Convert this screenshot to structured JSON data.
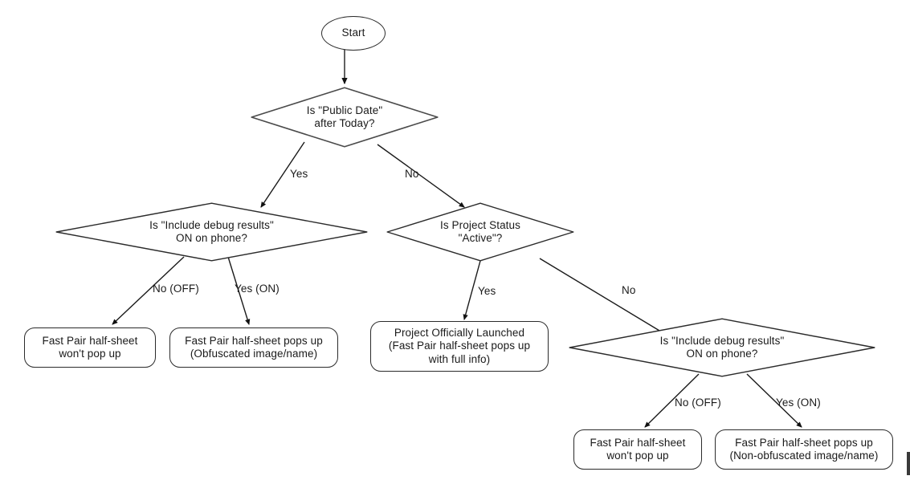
{
  "diagram": {
    "type": "flowchart",
    "title": "Fast Pair half-sheet behavior decision flow",
    "stroke_color": "#2b2b2b",
    "text_color": "#1a1a1a",
    "background_color": "#ffffff",
    "nodes": {
      "start": {
        "shape": "terminator",
        "label": "Start"
      },
      "decision_public_date": {
        "shape": "decision",
        "label": "Is \"Public Date\"\nafter Today?"
      },
      "decision_debug_left": {
        "shape": "decision",
        "label": "Is \"Include debug results\"\nON on phone?"
      },
      "decision_project_status": {
        "shape": "decision",
        "label": "Is Project Status\n\"Active\"?"
      },
      "decision_debug_right": {
        "shape": "decision",
        "label": "Is \"Include debug results\"\nON on phone?"
      },
      "outcome_left_off": {
        "shape": "process",
        "label": "Fast Pair half-sheet\nwon't pop up"
      },
      "outcome_left_on": {
        "shape": "process",
        "label": "Fast Pair half-sheet pops up\n(Obfuscated image/name)"
      },
      "outcome_launched": {
        "shape": "process",
        "label": "Project Officially Launched\n(Fast Pair half-sheet pops up\nwith full info)"
      },
      "outcome_right_off": {
        "shape": "process",
        "label": "Fast Pair half-sheet\nwon't pop up"
      },
      "outcome_right_on": {
        "shape": "process",
        "label": "Fast Pair half-sheet pops up\n(Non-obfuscated image/name)"
      }
    },
    "edge_labels": {
      "public_date_yes": "Yes",
      "public_date_no": "No",
      "debug_left_no": "No (OFF)",
      "debug_left_yes": "Yes (ON)",
      "status_yes": "Yes",
      "status_no": "No",
      "debug_right_no": "No (OFF)",
      "debug_right_yes": "Yes (ON)"
    }
  }
}
